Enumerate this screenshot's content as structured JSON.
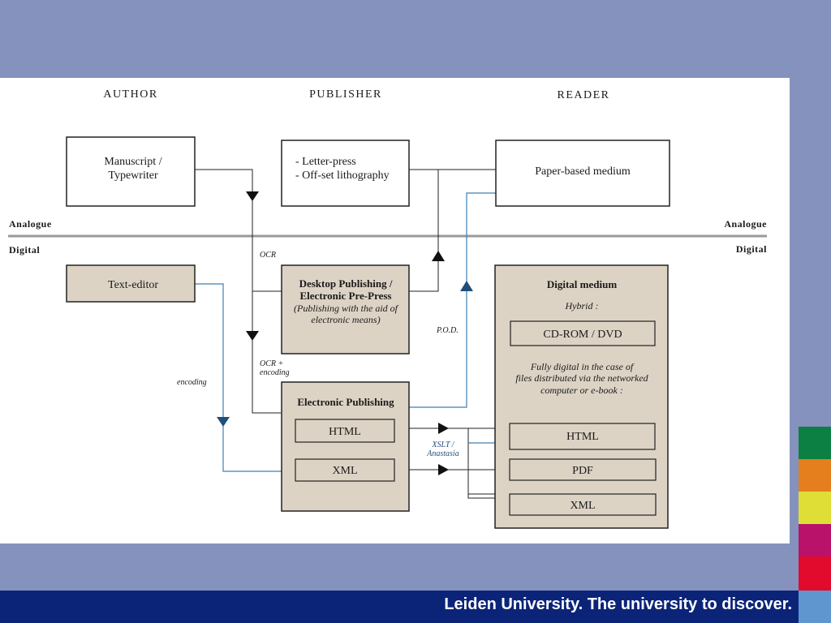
{
  "headers": {
    "author": "AUTHOR",
    "publisher": "PUBLISHER",
    "reader": "READER"
  },
  "divider": {
    "left_top": "Analogue",
    "right_top": "Analogue",
    "left_bottom": "Digital",
    "right_bottom": "Digital"
  },
  "boxes": {
    "manuscript": [
      "Manuscript /",
      "Typewriter"
    ],
    "letterpress": [
      "- Letter-press",
      "- Off-set lithography"
    ],
    "paper": "Paper-based medium",
    "text_editor": "Text-editor",
    "dtp_title": [
      "Desktop Publishing /",
      "Electronic Pre-Press"
    ],
    "dtp_sub": [
      "(Publishing with the aid of",
      "electronic means)"
    ],
    "ep_title": "Electronic Publishing",
    "ep_html": "HTML",
    "ep_xml": "XML",
    "dm_title": "Digital medium",
    "dm_hybrid": "Hybrid :",
    "dm_cdrom": "CD-ROM / DVD",
    "dm_fully": [
      "Fully digital in the case of",
      "files distributed via the networked",
      "computer or e-book :"
    ],
    "dm_html": "HTML",
    "dm_pdf": "PDF",
    "dm_xml": "XML"
  },
  "annotations": {
    "ocr": "OCR",
    "ocr_enc": [
      "OCR +",
      "encoding"
    ],
    "encoding": "encoding",
    "pod": "P.O.D.",
    "xslt": [
      "XSLT /",
      "Anastasia"
    ]
  },
  "colors": {
    "background": "#8492bd",
    "box_fill": "#ddd3c5",
    "blue_line": "#3f7fb2",
    "footer": "#0b2478"
  },
  "swatches": [
    "#0c8043",
    "#e57e1c",
    "#dede37",
    "#b8126a",
    "#e20a2d"
  ],
  "footer": {
    "text": "Leiden University. The university to discover."
  }
}
